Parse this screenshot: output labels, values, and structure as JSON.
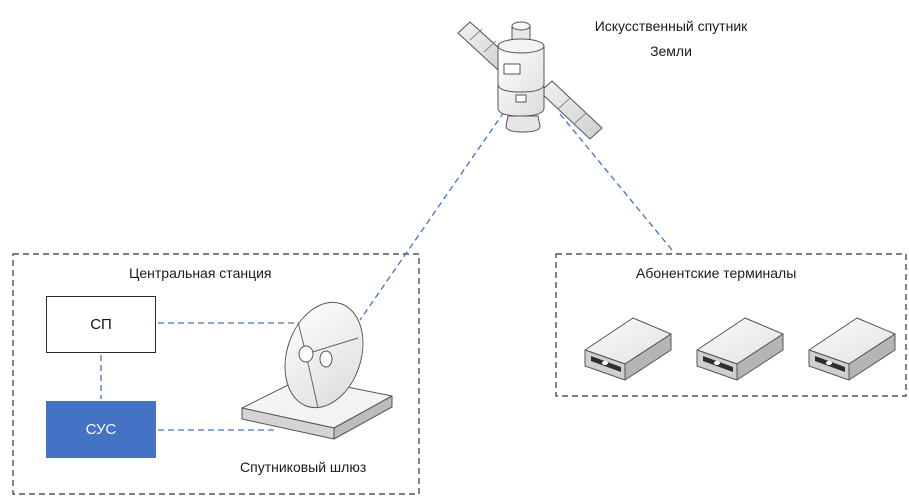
{
  "satellite": {
    "label_line1": "Искусственный спутник",
    "label_line2": "Земли",
    "icon": "satellite-icon"
  },
  "central_station": {
    "title": "Центральная станция",
    "box_sp": "СП",
    "box_sus": "СУС",
    "gateway_label": "Спутниковый шлюз",
    "gateway_icon": "satellite-dish-icon"
  },
  "subscriber_terminals": {
    "title": "Абонентские терминалы",
    "terminal_icon": "terminal-device-icon",
    "terminal_count": 3
  },
  "colors": {
    "link_line": "#4472c4",
    "sus_fill": "#4472c4",
    "group_border": "#333333"
  }
}
